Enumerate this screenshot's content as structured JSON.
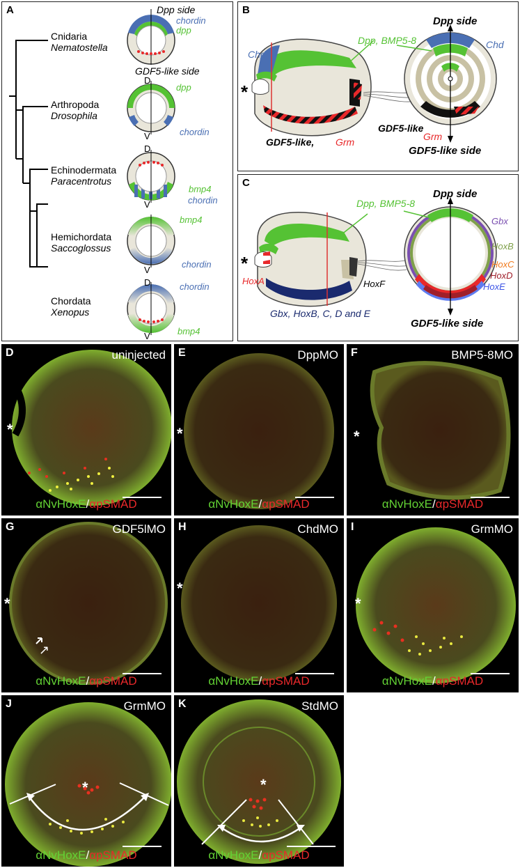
{
  "panelA": {
    "letter": "A",
    "taxa": [
      {
        "phylum": "Cnidaria",
        "species": "Nematostella"
      },
      {
        "phylum": "Arthropoda",
        "species": "Drosophila"
      },
      {
        "phylum": "Echinodermata",
        "species": "Paracentrotus"
      },
      {
        "phylum": "Hemichordata",
        "species": "Saccoglossus"
      },
      {
        "phylum": "Chordata",
        "species": "Xenopus"
      }
    ],
    "cnidaria_top": "Dpp side",
    "cnidaria_chordin": "chordin",
    "cnidaria_dpp": "dpp",
    "cnidaria_bottom": "GDF5-like side",
    "arthro_dpp": "dpp",
    "arthro_chordin": "chordin",
    "echino_bmp4": "bmp4",
    "echino_chordin": "chordin",
    "hemi_bmp4": "bmp4",
    "hemi_chordin": "chordin",
    "chord_chordin": "chordin",
    "chord_bmp4": "bmp4",
    "d_label": "D",
    "v_label": "V"
  },
  "panelB": {
    "letter": "B",
    "chd": "Chd",
    "dpp_bmp": "Dpp, BMP5-8",
    "dpp_side": "Dpp side",
    "chd2": "Chd",
    "gdf5like": "GDF5-like,",
    "grm": "Grm",
    "gdf5like2": "GDF5-like",
    "grm2": "Grm",
    "gdf5_side": "GDF5-like side",
    "asterisk": "*"
  },
  "panelC": {
    "letter": "C",
    "dpp_bmp": "Dpp, BMP5-8",
    "dpp_side": "Dpp side",
    "gbx": "Gbx",
    "hoxb": "HoxB",
    "hoxc": "HoxC",
    "hoxd": "HoxD",
    "hoxe": "HoxE",
    "hoxa": "HoxA",
    "hoxf": "HoxF",
    "bottom": "Gbx, HoxB, C, D and E",
    "gdf5_side": "GDF5-like side",
    "asterisk": "*"
  },
  "micrographs": [
    {
      "letter": "D",
      "condition": "uninjected"
    },
    {
      "letter": "E",
      "condition": "DppMO"
    },
    {
      "letter": "F",
      "condition": "BMP5-8MO"
    },
    {
      "letter": "G",
      "condition": "GDF5lMO"
    },
    {
      "letter": "H",
      "condition": "ChdMO"
    },
    {
      "letter": "I",
      "condition": "GrmMO"
    },
    {
      "letter": "J",
      "condition": "GrmMO"
    },
    {
      "letter": "K",
      "condition": "StdMO"
    }
  ],
  "stain": {
    "green": "αNvHoxE",
    "sep": "/",
    "red": "αpSMAD"
  },
  "asterisk": "*",
  "colors": {
    "chordin": "#4a6fb3",
    "dpp": "#55c234",
    "red": "#e8282a",
    "navy": "#1a2a6e",
    "beige": "#e9e6da"
  }
}
